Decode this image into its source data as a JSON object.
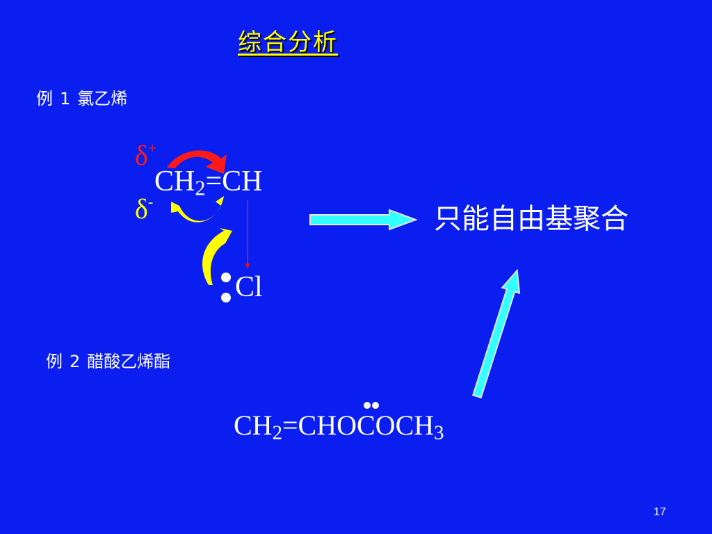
{
  "title": "综合分析",
  "example1": {
    "label": "例",
    "number": "1",
    "name": "氯乙烯"
  },
  "example2": {
    "label": "例",
    "number": "2",
    "name": "醋酸乙烯酯"
  },
  "formula1": {
    "ch": "CH",
    "sub": "2",
    "rest": "=CH",
    "substituent": "Cl"
  },
  "charges": {
    "delta": "δ",
    "plus": "+",
    "minus": "-"
  },
  "formula2": {
    "ch": "CH",
    "sub2": "2",
    "mid": "=CHOCOCH",
    "sub3": "3"
  },
  "conclusion": "只能自由基聚合",
  "page_number": "17",
  "colors": {
    "background": "#0a1fef",
    "title": "#ffff00",
    "arrow_fill": "#33ffff",
    "arrow_stroke": "#e6e6e6",
    "delta_plus": "#ff1a1a",
    "delta_minus": "#ffff00",
    "bond_arrow": "#e01010"
  }
}
